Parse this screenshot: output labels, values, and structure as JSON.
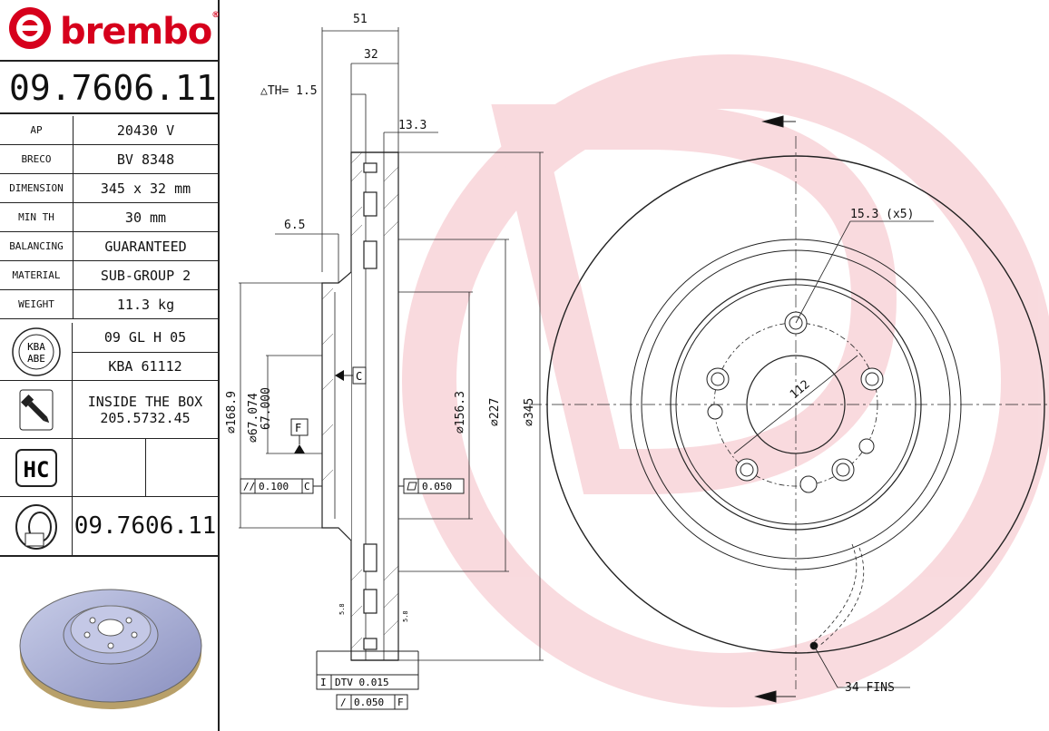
{
  "brand": {
    "name": "brembo",
    "color": "#d6001c"
  },
  "part_number": "09.7606.11",
  "specs": [
    {
      "key": "AP",
      "value": "20430 V"
    },
    {
      "key": "BRECO",
      "value": "BV 8348"
    },
    {
      "key": "DIMENSION",
      "value": "345 x 32 mm"
    },
    {
      "key": "MIN TH",
      "value": "30 mm"
    },
    {
      "key": "BALANCING",
      "value": "GUARANTEED"
    },
    {
      "key": "MATERIAL",
      "value": "SUB-GROUP 2"
    },
    {
      "key": "WEIGHT",
      "value": "11.3 kg"
    }
  ],
  "kba": {
    "badge_top": "KBA",
    "badge_bottom": "ABE",
    "line1": "09 GL H 05",
    "line2": "KBA 61112"
  },
  "screws": {
    "line1": "INSIDE THE BOX",
    "line2": "205.5732.45"
  },
  "hc": {
    "label": "HC"
  },
  "footer_part_number": "09.7606.11",
  "dims": {
    "width_total": "51",
    "thickness": "32",
    "delta_th": "△TH= 1.5",
    "offset_13": "13.3",
    "offset_6": "6.5",
    "d_168": "∅168.9",
    "d_67a": "∅67.074",
    "d_67b": "67.000",
    "d_156": "∅156.3",
    "d_227": "∅227",
    "d_345": "∅345",
    "datum_c": "C",
    "datum_f": "F",
    "tol_parallel": "0.100",
    "tol_parallel_ref": "C",
    "tol_flat": "0.050",
    "dtv": "DTV 0.015",
    "runout": "0.050",
    "runout_ref": "F",
    "holes": "15.3 (x5)",
    "pcd": "112",
    "fins": "34 FINS",
    "tick_a": "5.8",
    "tick_b": "5.8"
  }
}
